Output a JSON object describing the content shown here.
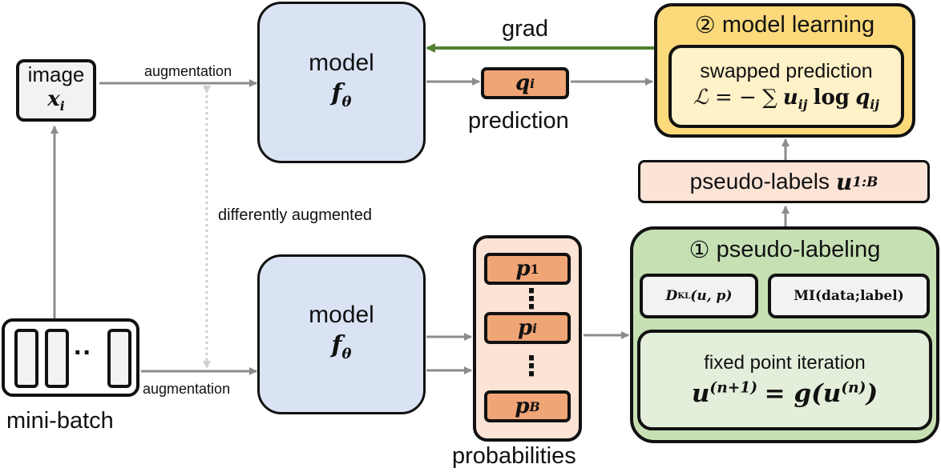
{
  "image_box": {
    "title": "image",
    "var": "x",
    "var_sub": "i"
  },
  "mini_batch": {
    "label": "mini-batch",
    "dots": "··"
  },
  "augmentation_top": "augmentation",
  "augmentation_bottom": "augmentation",
  "differently_augmented": "differently augmented",
  "model_top": {
    "title": "model",
    "var": "f",
    "var_sub": "θ"
  },
  "model_bottom": {
    "title": "model",
    "var": "f",
    "var_sub": "θ"
  },
  "prediction": {
    "var": "q",
    "var_sub": "i",
    "label": "prediction"
  },
  "grad_label": "grad",
  "probabilities": {
    "label": "probabilities",
    "items": [
      {
        "var": "p",
        "sub": "1"
      },
      {
        "var": "p",
        "sub": "i"
      },
      {
        "var": "p",
        "sub": "B"
      }
    ],
    "dots": "⋮"
  },
  "model_learning": {
    "number": "②",
    "title": "model learning",
    "inner_title": "swapped prediction",
    "loss_lhs": "ℒ = −",
    "loss_sum": "∑",
    "loss_u": "u",
    "loss_u_sub": "ij",
    "loss_log": "log",
    "loss_q": "q",
    "loss_q_sub": "ij"
  },
  "pseudo_labels": {
    "text": "pseudo-labels",
    "var": "u",
    "sub": "1:B"
  },
  "pseudo_labeling": {
    "number": "①",
    "title": "pseudo-labeling",
    "kl_D": "D",
    "kl_sub": "KL",
    "kl_args": "(u, p)",
    "mi": "MI(data;label)",
    "fpi_title": "fixed point iteration",
    "fpi_u": "u",
    "fpi_sup_lhs": "(n+1)",
    "fpi_eq": "= g(u",
    "fpi_sup_rhs": "(n)",
    "fpi_close": ")"
  },
  "colors": {
    "grad_arrow": "#548235",
    "arrow": "#8c8c8c",
    "model_fill": "#d9e3f4",
    "prediction_fill": "#f0a576",
    "model_learning_fill": "#fcd97a",
    "pseudo_labeling_fill": "#c6e0b4",
    "probabilities_fill": "#fbe3d6"
  }
}
